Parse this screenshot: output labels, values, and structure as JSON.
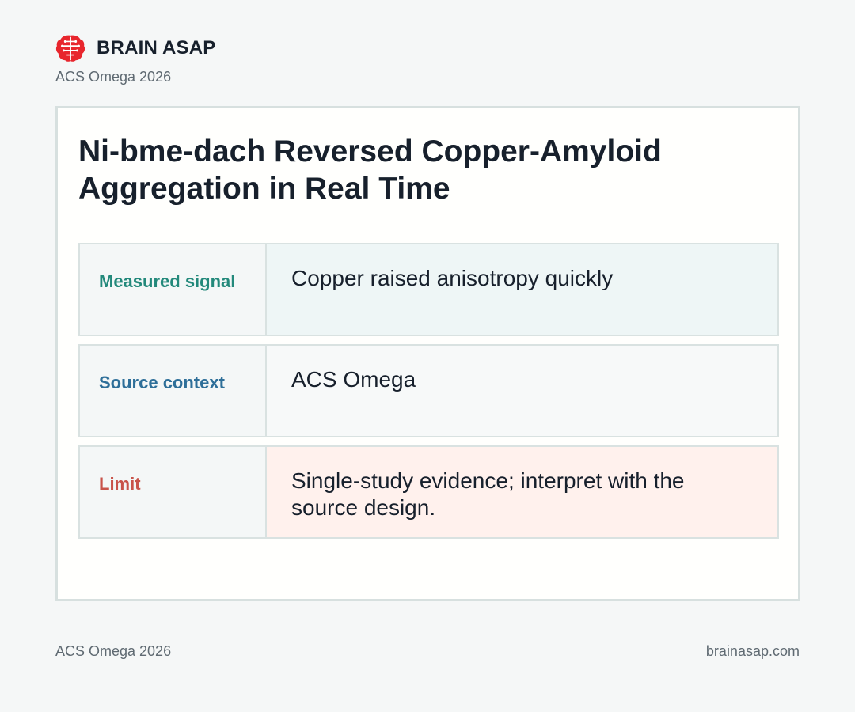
{
  "brand": {
    "name": "BRAIN ASAP",
    "subtitle": "ACS Omega 2026",
    "logo_icon": "brain-icon",
    "logo_color": "#e8262d"
  },
  "card": {
    "title": "Ni-bme-dach Reversed Copper-Amyloid Aggregation in Real Time",
    "rows": [
      {
        "label": "Measured signal",
        "value": "Copper raised anisotropy quickly",
        "label_color": "#23897b",
        "value_bg": "#eef6f6"
      },
      {
        "label": "Source context",
        "value": "ACS Omega",
        "label_color": "#2e6f99",
        "value_bg": "#f7f9f9"
      },
      {
        "label": "Limit",
        "value": "Single-study evidence; interpret with the source design.",
        "label_color": "#c8534a",
        "value_bg": "#fff1ed"
      }
    ]
  },
  "footer": {
    "left": "ACS Omega 2026",
    "right": "brainasap.com"
  }
}
